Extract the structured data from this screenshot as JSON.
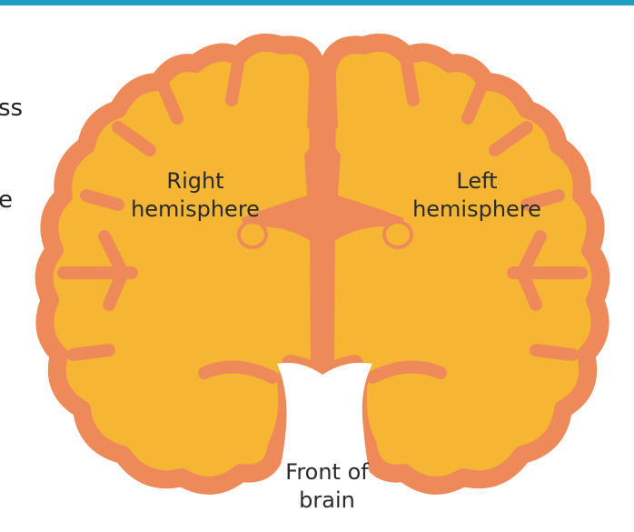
{
  "fragments": [
    "ss",
    "e"
  ],
  "labels": {
    "right_hemisphere": [
      "Right",
      "hemisphere"
    ],
    "left_hemisphere": [
      "Left",
      "hemisphere"
    ],
    "front_of_brain": [
      "Front of",
      "brain"
    ]
  },
  "colors": {
    "accent_bar": "#1e9cc2",
    "cortex": "#ee8a5a",
    "white_matter": "#f6b634"
  }
}
